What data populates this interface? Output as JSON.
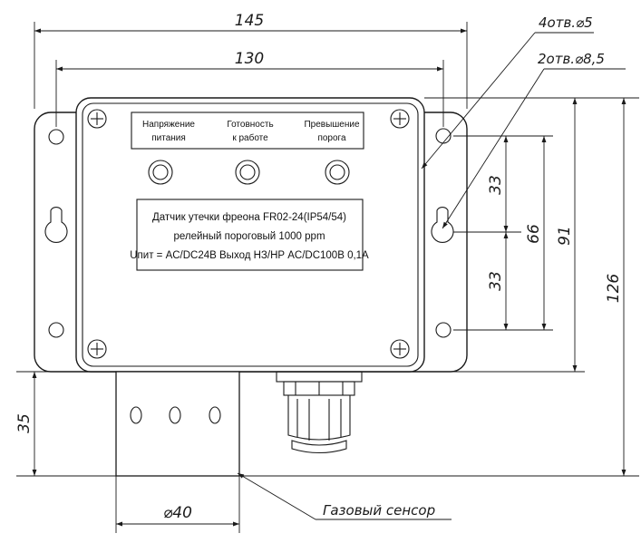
{
  "drawing": {
    "dimensions": {
      "overall_width": "145",
      "inner_width": "130",
      "overall_height": "126",
      "hole_pitch": "91",
      "slot_span": "66",
      "upper_offset": "33",
      "lower_offset": "33",
      "sensor_height": "35",
      "sensor_diameter": "⌀40"
    },
    "callouts": {
      "holes_small": "4отв.⌀5",
      "holes_large": "2отв.⌀8,5",
      "gas_sensor": "Газовый сенсор"
    },
    "indicators": [
      {
        "line1": "Напряжение",
        "line2": "питания"
      },
      {
        "line1": "Готовность",
        "line2": "к работе"
      },
      {
        "line1": "Превышение",
        "line2": "порога"
      }
    ],
    "nameplate": {
      "line1": "Датчик утечки фреона FR02-24(IP54/54)",
      "line2": "релейный пороговый 1000 ppm",
      "line3": "Uпит = AC/DC24B  Выход НЗ/НР AC/DC100B 0,1A"
    },
    "colors": {
      "line": "#1a1a1a",
      "background": "#ffffff"
    }
  }
}
